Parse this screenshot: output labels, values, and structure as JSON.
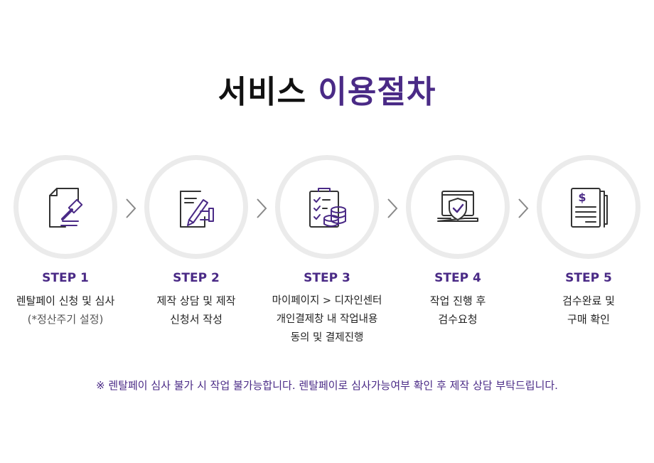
{
  "title": {
    "main": "서비스",
    "accent": "이용절차"
  },
  "steps": [
    {
      "label": "STEP 1",
      "line1": "렌탈페이 신청 및 심사",
      "line2": "(*정산주기 설정)",
      "line3": "",
      "icon": "gavel-document-icon"
    },
    {
      "label": "STEP 2",
      "line1": "제작 상담 및 제작",
      "line2": "신청서 작성",
      "line3": "",
      "icon": "signing-document-icon"
    },
    {
      "label": "STEP 3",
      "line1": "마이페이지 > 디자인센터",
      "line2": "개인결제창 내 작업내용",
      "line3": "동의 및 결제진행",
      "icon": "checklist-coins-icon"
    },
    {
      "label": "STEP 4",
      "line1": "작업 진행 후",
      "line2": "검수요청",
      "line3": "",
      "icon": "laptop-shield-icon"
    },
    {
      "label": "STEP 5",
      "line1": "검수완료 및",
      "line2": "구매 확인",
      "line3": "",
      "icon": "dollar-receipt-icon"
    }
  ],
  "note": "※ 렌탈페이 심사 불가 시 작업 불가능합니다. 렌탈페이로 심사가능여부 확인 후 제작 상담 부탁드립니다.",
  "colors": {
    "accent": "#4a2a86",
    "icon_dark": "#333333",
    "circle": "#ebebeb"
  }
}
